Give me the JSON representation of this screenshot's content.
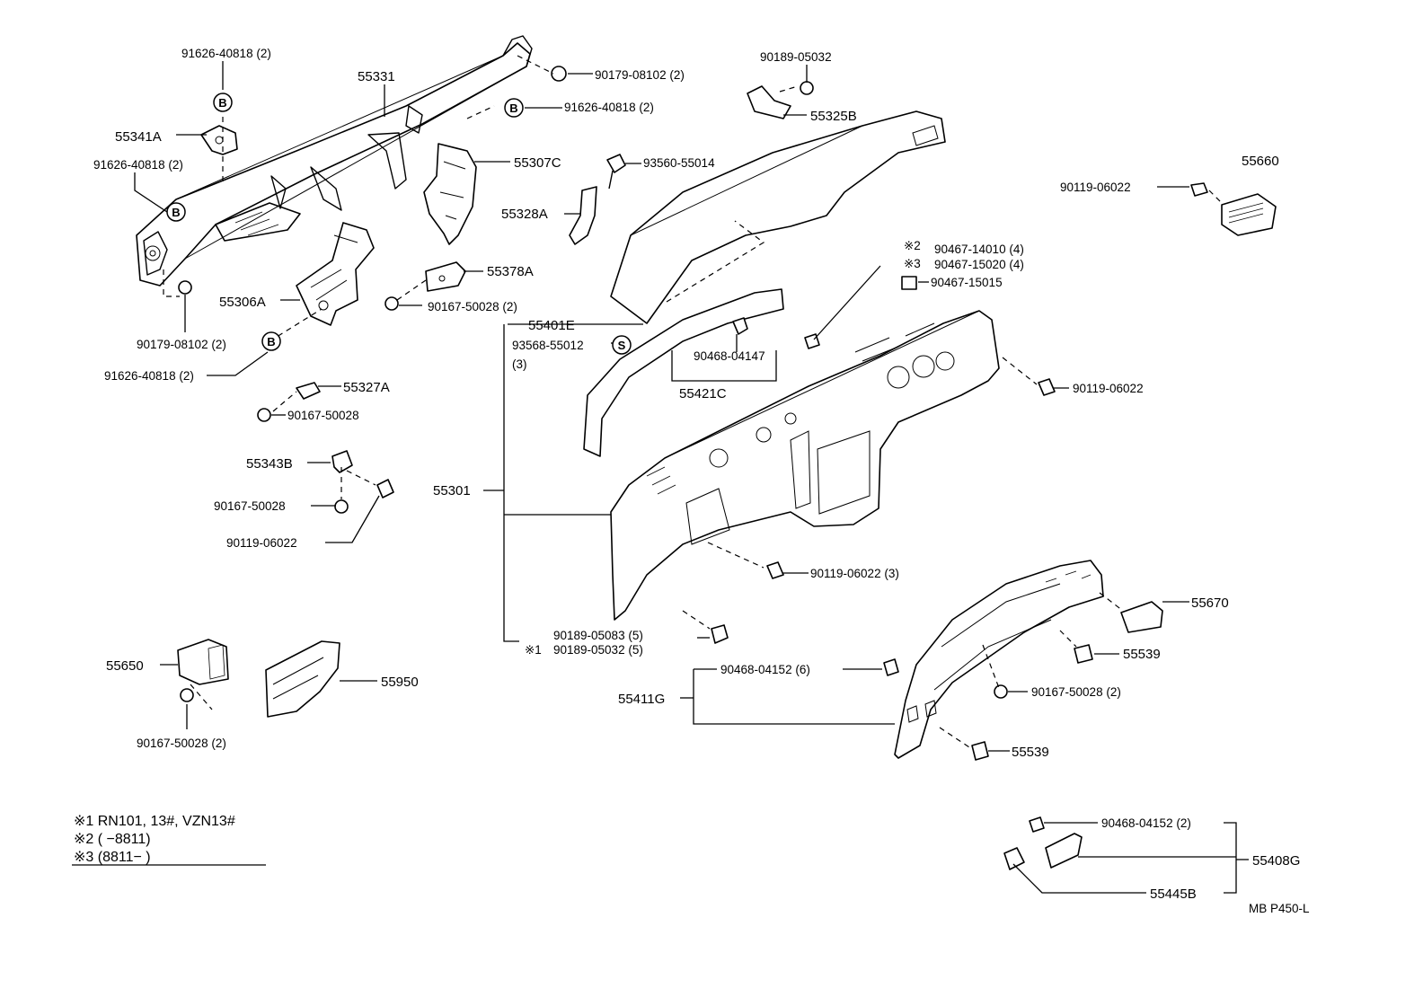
{
  "labels": {
    "p55331": "55331",
    "p91626_top": "91626-40818 (2)",
    "p90179_top": "90179-08102 (2)",
    "p91626_r": "91626-40818 (2)",
    "p55341A": "55341A",
    "p91626_l": "91626-40818 (2)",
    "p55307C": "55307C",
    "p90189_top": "90189-05032",
    "p55325B": "55325B",
    "p93560": "93560-55014",
    "p55328A": "55328A",
    "p55660": "55660",
    "p90119_r": "90119-06022",
    "p55306A": "55306A",
    "p55378A": "55378A",
    "p90167_a": "90167-50028 (2)",
    "p90179_l": "90179-08102 (2)",
    "p91626_b": "91626-40818 (2)",
    "p55401E": "55401E",
    "p93568": "93568-55012",
    "p93568_qty": "(3)",
    "p90468_04147": "90468-04147",
    "p55421C": "55421C",
    "m2": "※2",
    "m3": "※3",
    "p90467_14010": "90467-14010 (4)",
    "p90467_15020": "90467-15020 (4)",
    "p90467_15015": "90467-15015",
    "p90119_dash": "90119-06022",
    "p55327A": "55327A",
    "p90167_b": "90167-50028",
    "p55343B": "55343B",
    "p90167_c": "90167-50028",
    "p90119_c": "90119-06022",
    "p55301": "55301",
    "p90119_3": "90119-06022 (3)",
    "p90189_05083": "90189-05083 (5)",
    "m1": "※1",
    "p90189_05032_5": "90189-05032 (5)",
    "p55670": "55670",
    "p55539_a": "55539",
    "p90468_04152_6": "90468-04152 (6)",
    "p55411G": "55411G",
    "p90167_d": "90167-50028 (2)",
    "p55539_b": "55539",
    "p55650": "55650",
    "p55950": "55950",
    "p90167_e": "90167-50028 (2)",
    "p90468_04152_2": "90468-04152 (2)",
    "p55408G": "55408G",
    "p55445B": "55445B"
  },
  "callouts": {
    "b": "B",
    "s": "S"
  },
  "notes": {
    "n1": "※1 RN101, 13#, VZN13#",
    "n2": "※2 (       −8811)",
    "n3": "※3 (8811−        )"
  },
  "ref_code": "MB  P450-L"
}
